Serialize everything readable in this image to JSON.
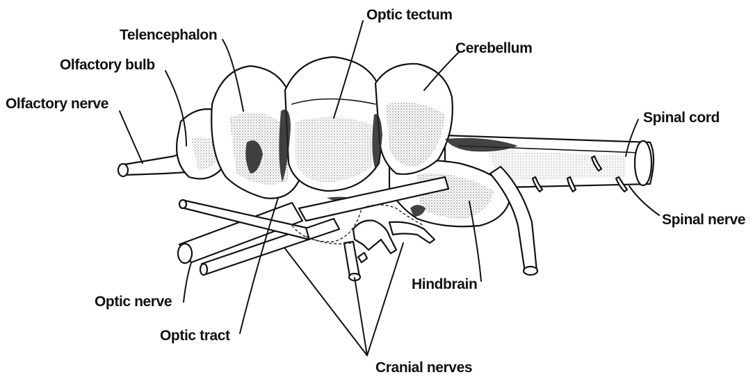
{
  "labels": {
    "telencephalon": "Telencephalon",
    "optic_tectum": "Optic tectum",
    "cerebellum": "Cerebellum",
    "olfactory_bulb": "Olfactory bulb",
    "olfactory_nerve": "Olfactory nerve",
    "spinal_cord": "Spinal cord",
    "spinal_nerve": "Spinal nerve",
    "hindbrain": "Hindbrain",
    "optic_nerve": "Optic nerve",
    "optic_tract": "Optic tract",
    "cranial_nerves": "Cranial nerves"
  }
}
